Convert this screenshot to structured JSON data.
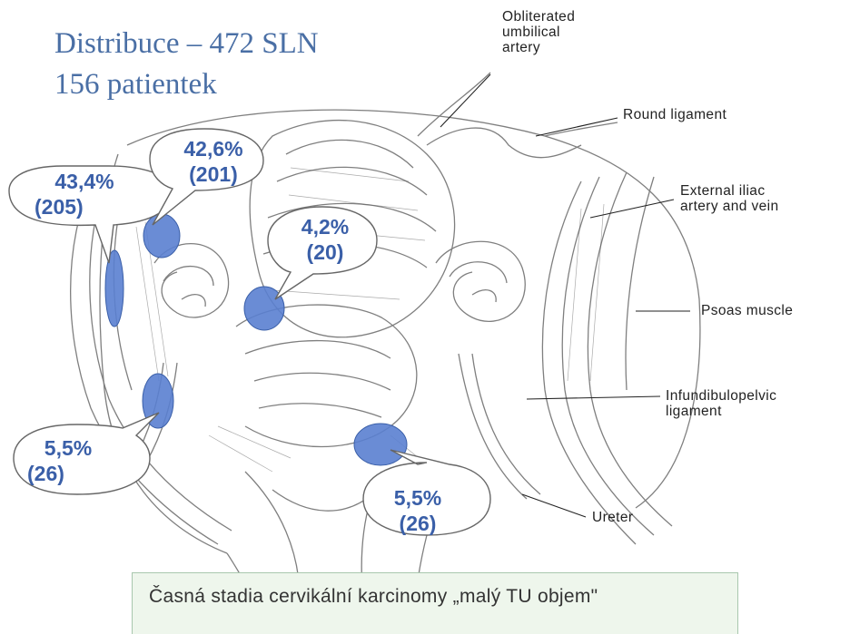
{
  "title": {
    "line1": "Distribuce – 472 SLN",
    "line2": "156 patientek"
  },
  "labels": {
    "obliterated": [
      "Obliterated",
      "umbilical",
      "artery"
    ],
    "round_ligament": "Round ligament",
    "external_iliac": [
      "External iliac",
      "artery and vein"
    ],
    "psoas": "Psoas muscle",
    "infundibulopelvic": [
      "Infundibulopelvic",
      "ligament"
    ],
    "ureter": "Ureter"
  },
  "callouts": [
    {
      "pct": "43,4%",
      "count": "(205)"
    },
    {
      "pct": "42,6%",
      "count": "(201)"
    },
    {
      "pct": "4,2%",
      "count": "(20)"
    },
    {
      "pct": "5,5%",
      "count": "(26)"
    },
    {
      "pct": "5,5%",
      "count": "(26)"
    }
  ],
  "footer": "Časná stadia cervikální karcinomy „malý TU objem\"",
  "colors": {
    "title": "#4a6fa5",
    "node_fill": "#5a7fd0",
    "callout_text": "#3a5fa8",
    "footer_bg": "#eef6ec"
  }
}
